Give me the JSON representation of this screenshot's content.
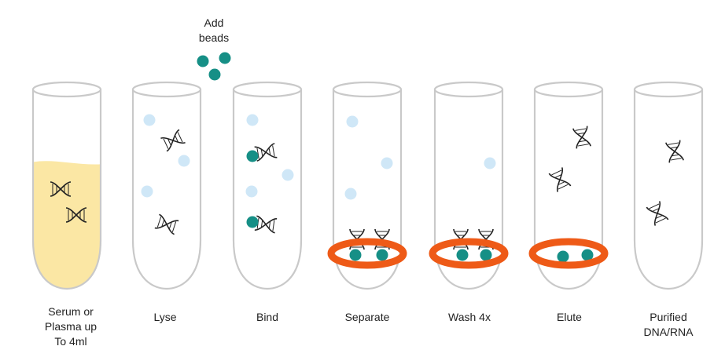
{
  "add_beads_label": "Add\nbeads",
  "colors": {
    "tube_outline": "#c9c9c9",
    "sample_fill": "#fbe7a4",
    "bead_light": "#cfe7f7",
    "bead_teal": "#168f86",
    "magnet": "#ee5a17",
    "dna": "#222222"
  },
  "icons": {
    "dna": "dna-helix-icon",
    "bead": "bead-icon",
    "magnet": "ring-magnet-icon"
  },
  "steps": [
    {
      "label": "Serum or\nPlasma up\nTo 4ml",
      "sample": true,
      "magnet": false
    },
    {
      "label": "Lyse",
      "sample": false,
      "magnet": false
    },
    {
      "label": "Bind",
      "sample": false,
      "magnet": false
    },
    {
      "label": "Separate",
      "sample": false,
      "magnet": true
    },
    {
      "label": "Wash 4x",
      "sample": false,
      "magnet": true
    },
    {
      "label": "Elute",
      "sample": false,
      "magnet": true
    },
    {
      "label": "Purified\nDNA/RNA",
      "sample": false,
      "magnet": false
    }
  ]
}
